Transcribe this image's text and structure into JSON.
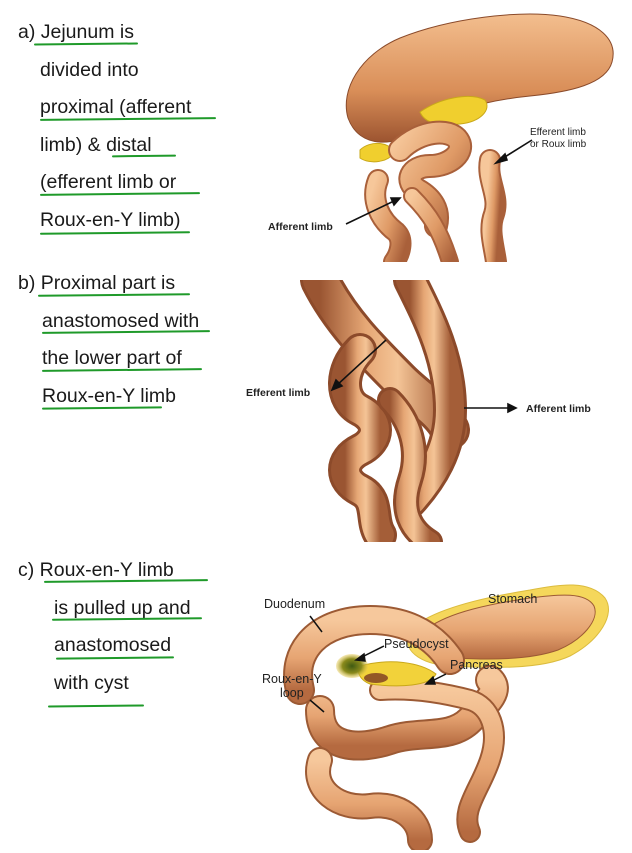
{
  "notes": {
    "a": {
      "line1": "a) Jejunum is",
      "line2": "divided into",
      "line3": "proximal (afferent",
      "line4": "limb) & distal",
      "line5": "(efferent limb or",
      "line6": "Roux-en-Y limb)"
    },
    "b": {
      "line1": "b) Proximal part is",
      "line2": "anastomosed with",
      "line3": "the lower part of",
      "line4": "Roux-en-Y limb"
    },
    "c": {
      "line1": "c)  Roux-en-Y limb",
      "line2": "is pulled up and",
      "line3": "anastomosed",
      "line4": "with cyst"
    }
  },
  "panel_a": {
    "efferent_label_line1": "Efferent limb",
    "efferent_label_line2": "or Roux limb",
    "afferent_label": "Afferent limb"
  },
  "panel_b": {
    "efferent_label": "Efferent limb",
    "afferent_label": "Afferent limb"
  },
  "panel_c": {
    "duodenum": "Duodenum",
    "stomach": "Stomach",
    "pseudocyst": "Pseudocyst",
    "pancreas": "Pancreas",
    "roux_line1": "Roux-en-Y",
    "roux_line2": "loop"
  },
  "colors": {
    "underline": "#1f9a2a",
    "bowel": "#e0a070",
    "pancreas": "#f0d23a"
  }
}
